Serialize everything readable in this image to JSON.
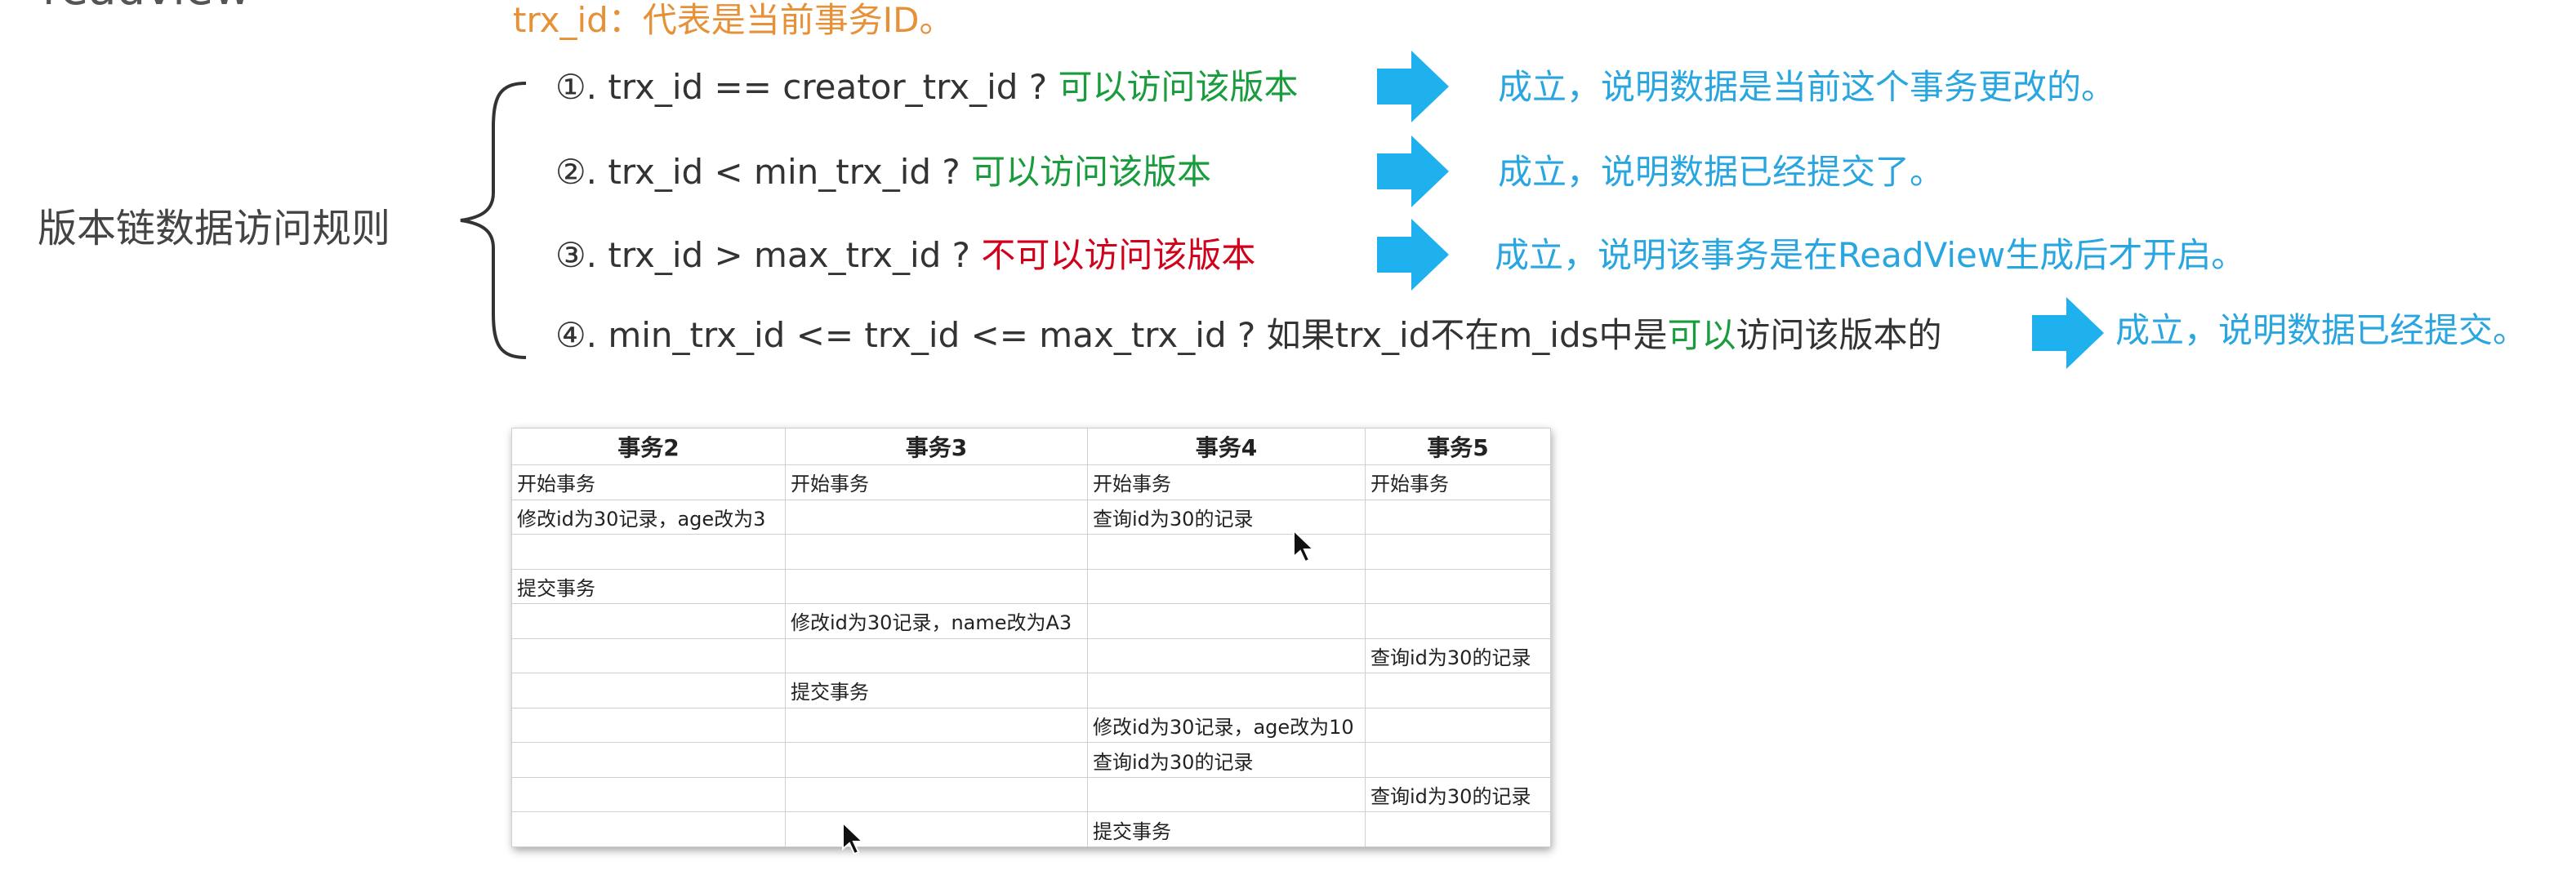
{
  "header": {
    "trx_note": "trx_id：代表是当前事务ID。"
  },
  "title": "版本链数据访问规则",
  "rules": [
    {
      "prefix": "①. trx_id  == creator_trx_id ? ",
      "access": "可以访问该版本",
      "access_ok": true,
      "result": "成立，说明数据是当前这个事务更改的。"
    },
    {
      "prefix": "②. trx_id < min_trx_id ? ",
      "access": "可以访问该版本",
      "access_ok": true,
      "result": "成立，说明数据已经提交了。"
    },
    {
      "prefix": "③. trx_id > max_trx_id ?  ",
      "access": "不可以访问该版本",
      "access_ok": false,
      "result": "成立，说明该事务是在ReadView生成后才开启。"
    },
    {
      "prefix": "④. min_trx_id <= trx_id <= max_trx_id ?  如果trx_id不在m_ids中是",
      "access": "可以",
      "suffix": "访问该版本的",
      "access_ok": true,
      "result": "成立，说明数据已经提交。"
    }
  ],
  "colors": {
    "ok": "#1a9c3e",
    "no": "#d0021b",
    "result": "#29a6e0",
    "arrow": "#1fb1ee",
    "header": "#e69138"
  },
  "table": {
    "headers": [
      "事务2",
      "事务3",
      "事务4",
      "事务5"
    ],
    "rows": [
      [
        "开始事务",
        "开始事务",
        "开始事务",
        "开始事务"
      ],
      [
        "修改id为30记录，age改为3",
        "",
        "查询id为30的记录",
        ""
      ],
      [
        "",
        "",
        "",
        ""
      ],
      [
        "提交事务",
        "",
        "",
        ""
      ],
      [
        "",
        "修改id为30记录，name改为A3",
        "",
        ""
      ],
      [
        "",
        "",
        "",
        "查询id为30的记录"
      ],
      [
        "",
        "提交事务",
        "",
        ""
      ],
      [
        "",
        "",
        "修改id为30记录，age改为10",
        ""
      ],
      [
        "",
        "",
        "查询id为30的记录",
        ""
      ],
      [
        "",
        "",
        "",
        "查询id为30的记录"
      ],
      [
        "",
        "",
        "提交事务",
        ""
      ]
    ]
  }
}
